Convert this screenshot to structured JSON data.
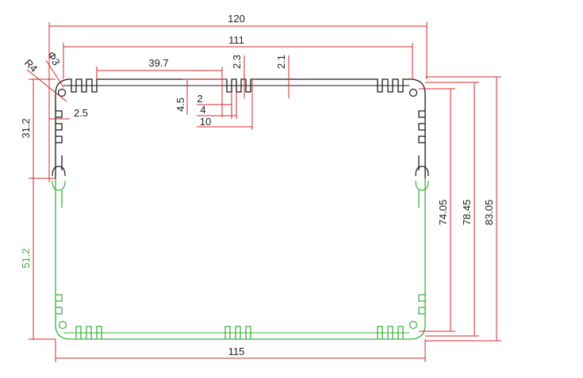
{
  "colors": {
    "dimension": "#d12a2a",
    "outline_top": "#1a1a1a",
    "outline_bottom": "#3fae3f",
    "label_text": "#222222",
    "label_green": "#3fae3f"
  },
  "dimensions": {
    "overall_width": "120",
    "inner_width": "111",
    "fin_group_offset": "39.7",
    "wall_thickness_right": "2.3",
    "wall_thickness_mid": "2.1",
    "corner_radius": "R4",
    "hole_diameter": "Φ3",
    "left_wall": "2.5",
    "fin_height": "4.5",
    "fin_gap": "2",
    "fin_pitch": "4",
    "fin_group_width": "10",
    "upper_height": "31.2",
    "lower_height": "51.2",
    "inner_height": "74.05",
    "mid_height": "78.45",
    "overall_height": "83.05",
    "bottom_width": "115"
  }
}
